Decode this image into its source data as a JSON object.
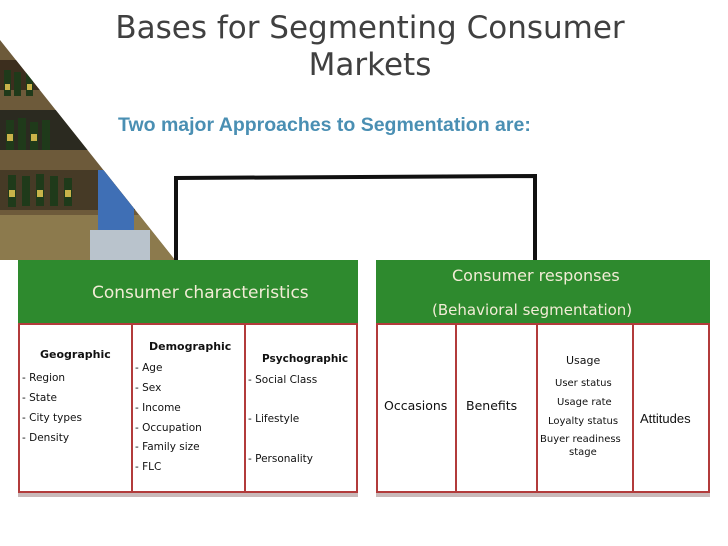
{
  "slide": {
    "title_line1": "Bases for Segmenting Consumer",
    "title_line2": "Markets",
    "subtitle": "Two major Approaches to Segmentation are:"
  },
  "left_group": {
    "heading": "Consumer characteristics",
    "columns": [
      {
        "header": "Geographic",
        "items": [
          "- Region",
          "- State",
          "- City types",
          "- Density"
        ]
      },
      {
        "header": "Demographic",
        "items": [
          "- Age",
          "- Sex",
          "- Income",
          "- Occupation",
          "- Family size",
          "- FLC"
        ]
      },
      {
        "header": "Psychographic",
        "items": [
          "- Social Class",
          "- Lifestyle",
          "- Personality"
        ]
      }
    ]
  },
  "right_group": {
    "heading_line1": "Consumer responses",
    "heading_line2": "(Behavioral segmentation)",
    "columns": [
      {
        "label": "Occasions"
      },
      {
        "label": "Benefits"
      },
      {
        "header": "Usage",
        "items": [
          "User status",
          "Usage rate",
          "Loyalty  status",
          "Buyer   readiness",
          "stage"
        ]
      },
      {
        "label": "Attitudes"
      }
    ]
  },
  "colors": {
    "title": "#404040",
    "subtitle": "#4a8fb3",
    "green_bar": "#2e8a2e",
    "bar_text": "#f2ecd6",
    "table_border": "#b23b3b"
  }
}
